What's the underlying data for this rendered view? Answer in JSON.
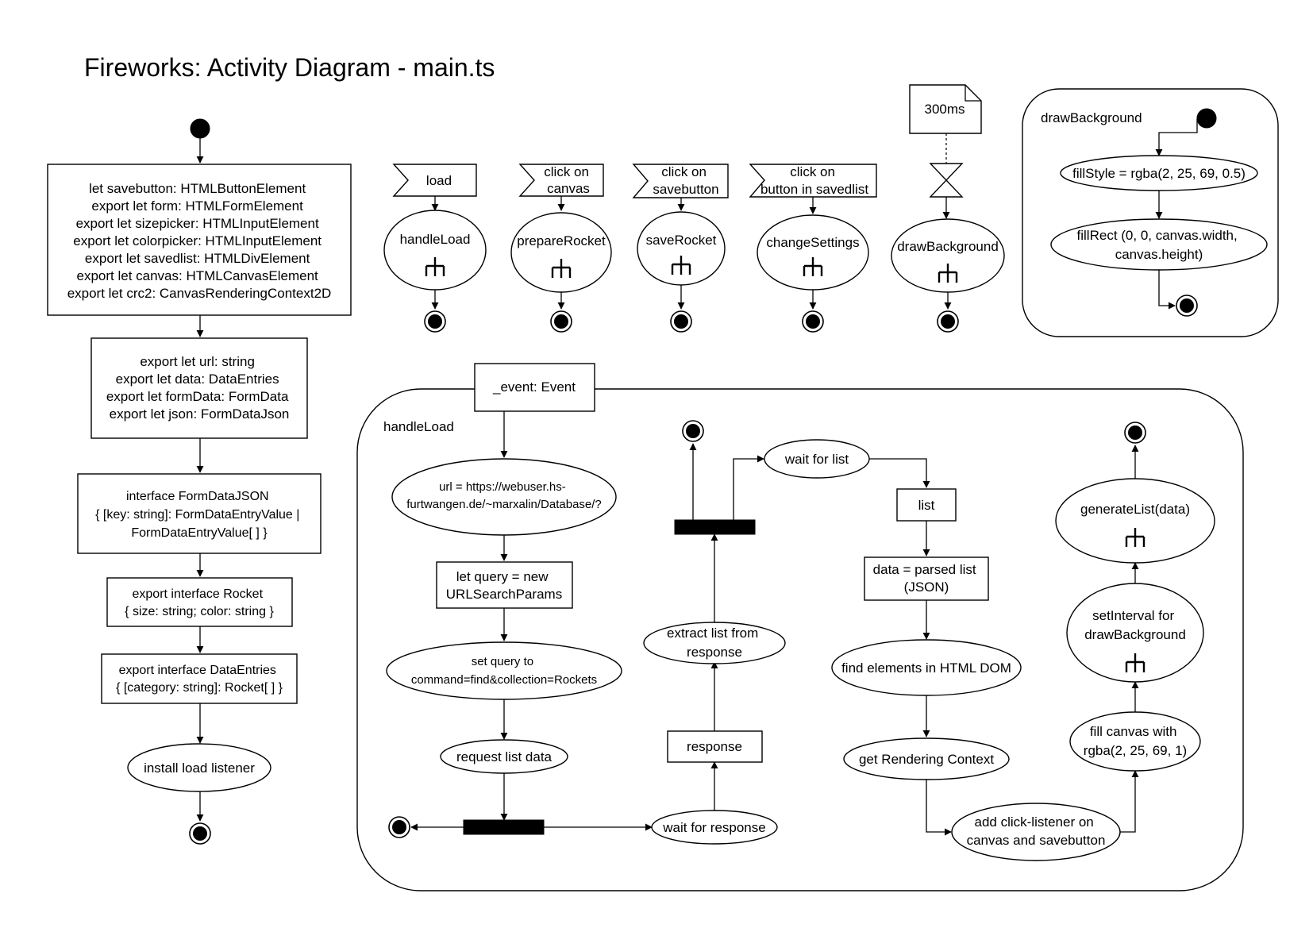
{
  "title": "Fireworks:   Activity Diagram - main.ts",
  "main_flow": {
    "declarations": [
      "let savebutton: HTMLButtonElement",
      "export let form: HTMLFormElement",
      "export let sizepicker: HTMLInputElement",
      "export let colorpicker: HTMLInputElement",
      "export let savedlist: HTMLDivElement",
      "export let canvas: HTMLCanvasElement",
      "export let crc2: CanvasRenderingContext2D"
    ],
    "variables": [
      "export let url: string",
      "export let data: DataEntries",
      "export let formData: FormData",
      "export let json: FormDataJson"
    ],
    "interface_formdatajson": [
      "interface FormDataJSON",
      "{ [key: string]: FormDataEntryValue |",
      "FormDataEntryValue[ ] }"
    ],
    "interface_rocket": [
      "export interface Rocket",
      "{ size: string; color: string }"
    ],
    "interface_dataentries": [
      "export interface DataEntries",
      "{ [category: string]: Rocket[ ] }"
    ],
    "install": "install load listener"
  },
  "events": [
    {
      "signal": [
        "load"
      ],
      "action": "handleLoad"
    },
    {
      "signal": [
        "click on",
        "canvas"
      ],
      "action": "prepareRocket"
    },
    {
      "signal": [
        "click on",
        "savebutton"
      ],
      "action": "saveRocket"
    },
    {
      "signal": [
        "click on",
        "button in savedlist"
      ],
      "action": "changeSettings"
    }
  ],
  "timer": {
    "note": "300ms",
    "action": "drawBackground"
  },
  "draw_background": {
    "label": "drawBackground",
    "step1": "fillStyle = rgba(2, 25, 69,  0.5)",
    "step2": [
      "fillRect (0, 0, canvas.width,",
      "canvas.height)"
    ]
  },
  "handle_load": {
    "parameter": "_event: Event",
    "label": "handleLoad",
    "url": [
      "url = https://webuser.hs-",
      "furtwangen.de/~marxalin/Database/?"
    ],
    "query": [
      "let query = new",
      "URLSearchParams"
    ],
    "set_query": [
      "set query to",
      "command=find&collection=Rockets"
    ],
    "request": "request list data",
    "wait_response": "wait for response",
    "response": "response",
    "extract": [
      "extract list from",
      "response"
    ],
    "wait_list": "wait for list",
    "list": "list",
    "parsed": [
      "data = parsed list",
      "(JSON)"
    ],
    "find": "find elements in HTML DOM",
    "context": "get Rendering Context",
    "click_listener": [
      "add click-listener on",
      "canvas and savebutton"
    ],
    "fill_canvas": [
      "fill canvas with",
      "rgba(2, 25, 69, 1)"
    ],
    "set_interval": [
      "setInterval for",
      "drawBackground"
    ],
    "generate": "generateList(data)"
  }
}
